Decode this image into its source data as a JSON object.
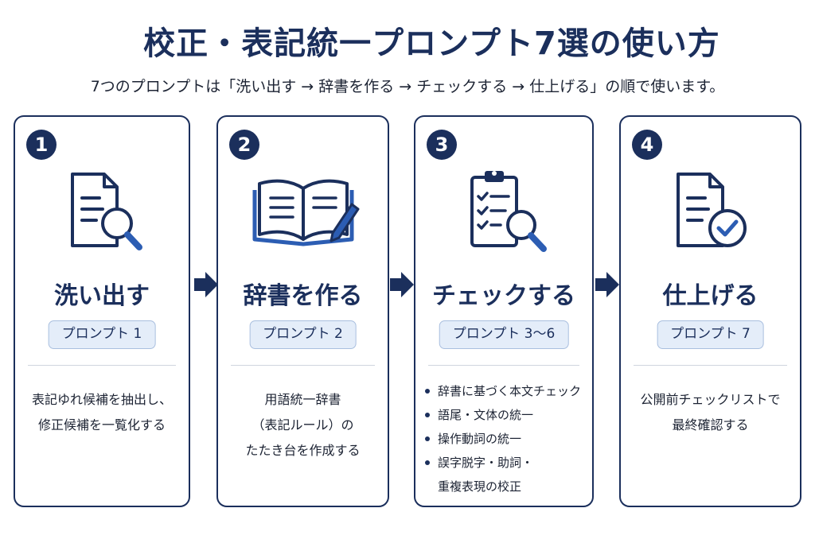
{
  "title": "校正・表記統一プロンプト7選の使い方",
  "subtitle": "7つのプロンプトは「洗い出す → 辞書を作る → チェックする → 仕上げる」の順で使います。",
  "colors": {
    "navy": "#1b2f5c",
    "accent": "#2c5db3",
    "pill_bg": "#e4edf9"
  },
  "steps": [
    {
      "number": "1",
      "icon": "document-magnifier-icon",
      "title": "洗い出す",
      "prompt_label": "プロンプト 1",
      "description": [
        "表記ゆれ候補を抽出し、",
        "修正候補を一覧化する"
      ]
    },
    {
      "number": "2",
      "icon": "open-book-pencil-icon",
      "title": "辞書を作る",
      "prompt_label": "プロンプト 2",
      "description": [
        "用語統一辞書",
        "（表記ルール）の",
        "たたき台を作成する"
      ]
    },
    {
      "number": "3",
      "icon": "checklist-magnifier-icon",
      "title": "チェックする",
      "prompt_label": "プロンプト 3〜6",
      "bullets": [
        [
          "辞書に基づく本文チェック"
        ],
        [
          "語尾・文体の統一"
        ],
        [
          "操作動詞の統一"
        ],
        [
          "誤字脱字・助詞・",
          "重複表現の校正"
        ]
      ]
    },
    {
      "number": "4",
      "icon": "document-check-icon",
      "title": "仕上げる",
      "prompt_label": "プロンプト 7",
      "description": [
        "公開前チェックリストで",
        "最終確認する"
      ]
    }
  ]
}
